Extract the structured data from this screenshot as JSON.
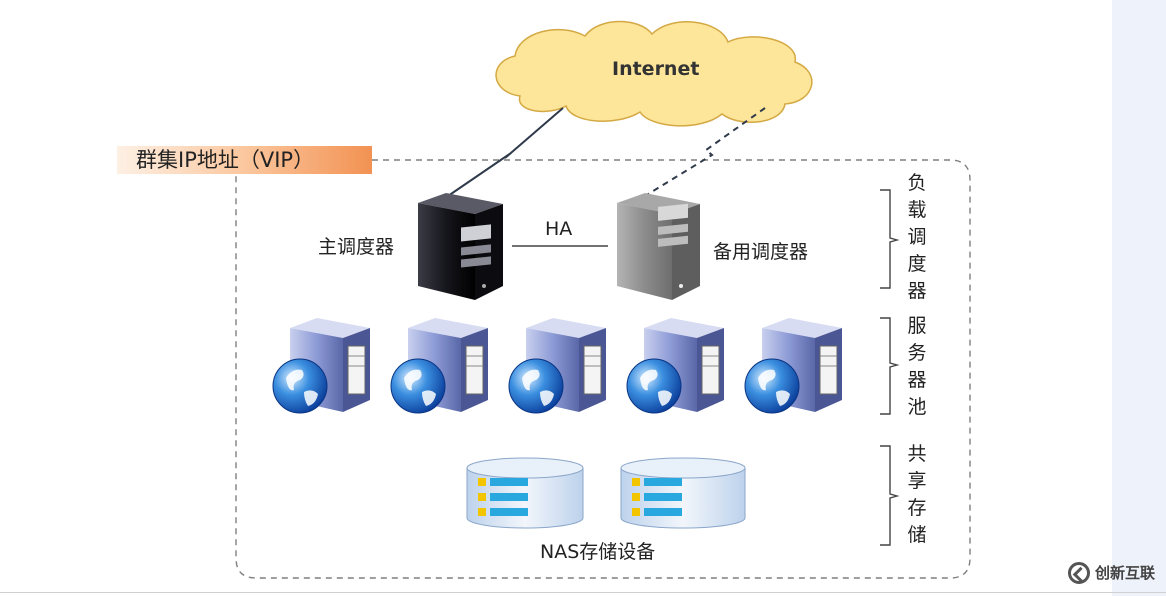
{
  "diagram": {
    "cloud_label": "Internet",
    "vip_label": "群集IP地址（VIP）",
    "master_scheduler": "主调度器",
    "backup_scheduler": "备用调度器",
    "ha_label": "HA",
    "storage_label": "NAS存储设备",
    "groups": {
      "scheduler": [
        "负",
        "载",
        "调",
        "度",
        "器"
      ],
      "server_pool": [
        "服",
        "务",
        "器",
        "池"
      ],
      "shared_storage": [
        "共",
        "享",
        "存",
        "储"
      ]
    }
  },
  "watermark": {
    "text": "创新互联"
  },
  "colors": {
    "cloud_fill": "#fde59a",
    "cloud_stroke": "#d4a944",
    "vip_gradient_end": "#f29253",
    "dashed_border": "#7f7f7f",
    "server_blue": "#6b7fc2",
    "storage_bar": "#29a8e0",
    "storage_led": "#f2c500"
  }
}
